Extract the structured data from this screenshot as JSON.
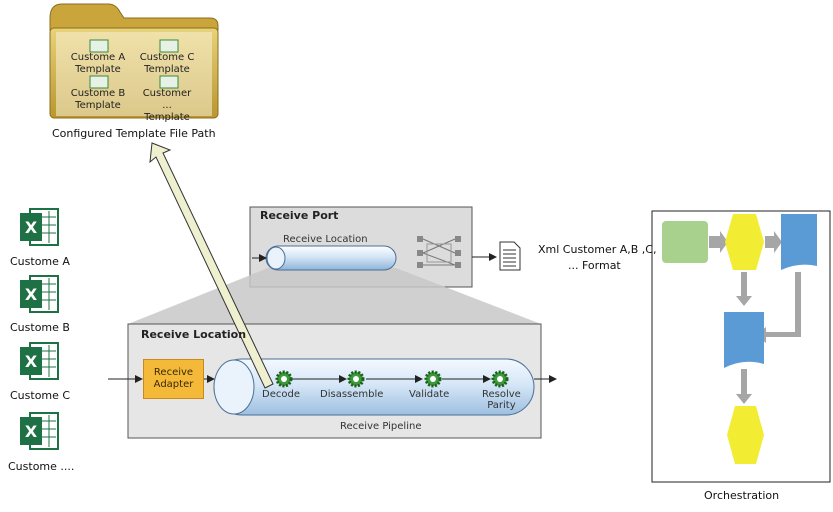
{
  "folder": {
    "templates": [
      {
        "line1": "Custome A",
        "line2": "Template"
      },
      {
        "line1": "Custome C",
        "line2": "Template"
      },
      {
        "line1": "Custome B",
        "line2": "Template"
      },
      {
        "line1": "Customer ...",
        "line2": "Template"
      }
    ],
    "caption": "Configured Template File Path"
  },
  "excel_files": [
    "Custome A",
    "Custome B",
    "Custome C",
    "Custome ...."
  ],
  "receive_port": {
    "title": "Receive Port",
    "location_label": "Receive Location"
  },
  "receive_location": {
    "title": "Receive Location",
    "adapter_line1": "Receive",
    "adapter_line2": "Adapter",
    "stages": [
      "Decode",
      "Disassemble",
      "Validate",
      "Resolve"
    ],
    "stage_last_line2": "Parity",
    "pipeline_label": "Receive Pipeline"
  },
  "xml_output": {
    "line1": "Xml Customer A,B ,C,",
    "line2": "...  Format"
  },
  "orchestration": {
    "caption": "Orchestration",
    "colors": {
      "green": "#a9d18e",
      "yellow": "#f2ec33",
      "blue": "#5b9bd5",
      "gray": "#a6a6a6"
    }
  }
}
